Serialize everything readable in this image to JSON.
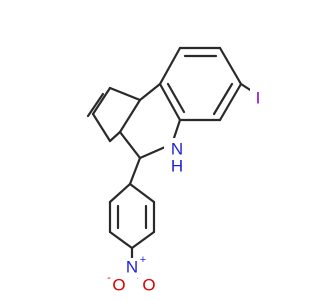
{
  "molecule": {
    "atom_labels": {
      "iodine": "I",
      "nh_n": "N",
      "nh_h": "H",
      "nitro_n": "N",
      "nitro_n_charge": "+",
      "nitro_o_left": "O",
      "nitro_o_left_charge": "-",
      "nitro_o_right": "O"
    },
    "colors": {
      "bond": "#2a2a2a",
      "iodine": "#9400d3",
      "nitrogen": "#1f1fd6",
      "oxygen": "#e00000"
    }
  }
}
